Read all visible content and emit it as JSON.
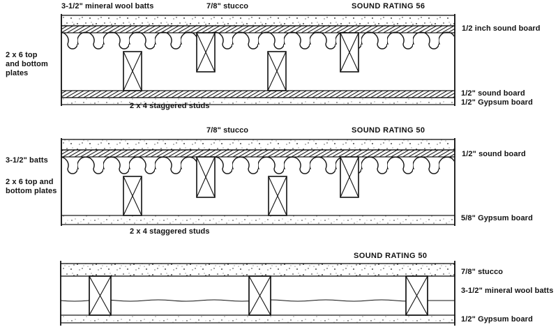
{
  "colors": {
    "ink": "#111111",
    "paper": "#ffffff"
  },
  "d1": {
    "batts": "3-1/2\" mineral wool batts",
    "stucco": "7/8\" stucco",
    "rating": "SOUND RATING 56",
    "soundboard_top": "1/2 inch sound board",
    "plates_line1": "2 x 6 top",
    "plates_line2": "and bottom",
    "plates_line3": "plates",
    "soundboard_bottom": "1/2\" sound board",
    "gypsum": "1/2\" Gypsum board",
    "studs": "2 x 4 staggered studs"
  },
  "d2": {
    "stucco": "7/8\" stucco",
    "rating": "SOUND RATING 50",
    "batts": "3-1/2\" batts",
    "plates_line1": "2 x 6 top and",
    "plates_line2": "bottom plates",
    "soundboard": "1/2\" sound board",
    "gypsum": "5/8\" Gypsum board",
    "studs": "2 x 4 staggered studs"
  },
  "d3": {
    "rating": "SOUND RATING 50",
    "stucco": "7/8\" stucco",
    "batts": "3-1/2\" mineral wool batts",
    "gypsum": "1/2\" Gypsum board"
  }
}
